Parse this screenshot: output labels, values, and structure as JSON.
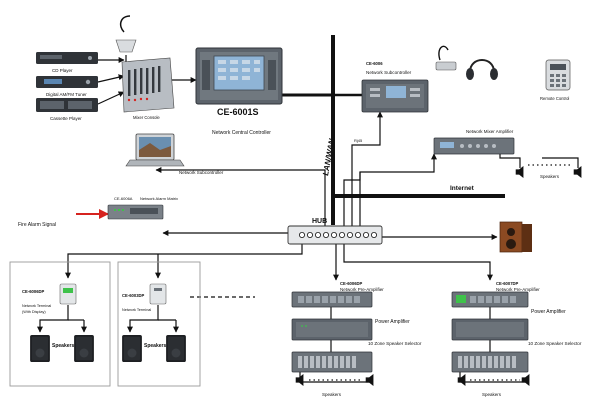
{
  "colors": {
    "line": "#111111",
    "arrow_red": "#d6231f",
    "device_dark": "#2f3338",
    "device_mid": "#5c636b",
    "device_light": "#9aa2aa",
    "panel_screen": "#8fb4d6",
    "led_green": "#3ec24a",
    "frame_gray": "#9a9a9a"
  },
  "labels": {
    "cd_player": "CD Player",
    "tuner": "Digital AM/FM Tuner",
    "cassette": "Cassette Player",
    "mixer": "Mixer Console",
    "controller_model": "CE-6001S",
    "controller_name": "Network Central Controller",
    "subctl_left": "Network Subcontroller",
    "alarm_model": "CE-6006A",
    "alarm_name": "Network Alarm Matrix",
    "fire_signal": "Fire Alarm Signal",
    "hub": "HUB",
    "lan": "LAN/WAN",
    "internet": "Internet",
    "rj45": "Rj45",
    "subctl_right_model": "CE-6006",
    "subctl_right_name": "Network Subcontroller",
    "remote": "Remote Control",
    "mixer_amp": "Network Mixer Amplifier",
    "speakers": "Speakers",
    "term1_model": "CE-6006DP",
    "term1_name": "Network Terminal",
    "term1_sub": "(With Display)",
    "term2_model": "CE-6003DP",
    "term2_name": "Network Terminal",
    "pre1_model": "CE-6006DP",
    "pre2_model": "CE-6007DP",
    "pre_amp": "Network Pre-Amplifier",
    "power_amp": "Power Amplifier",
    "zone_selector": "10 Zone Speaker Selector"
  }
}
